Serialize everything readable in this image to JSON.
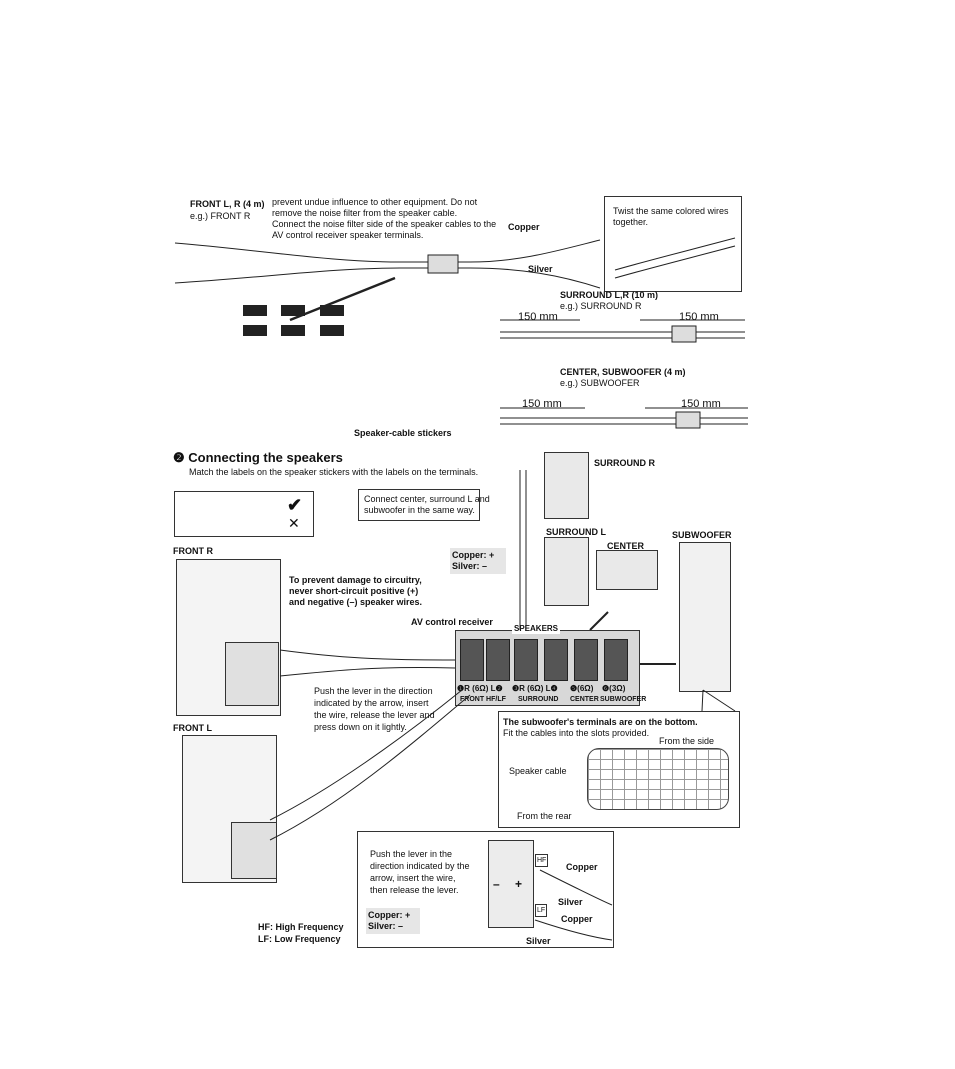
{
  "top": {
    "front_lr_title": "FRONT L, R (4 m)",
    "front_lr_example": "e.g.) FRONT R",
    "noise_filter_note": [
      "prevent undue influence to other equipment. Do not",
      "remove the noise filter from the speaker cable.",
      "Connect the noise filter side of the speaker cables to the",
      "AV control receiver speaker terminals."
    ],
    "copper_label": "Copper",
    "silver_label": "Silver",
    "twist_note": [
      "Twist the same colored wires",
      "together."
    ],
    "surround_title": "SURROUND L,R (10 m)",
    "surround_example": "e.g.) SURROUND R",
    "dim_150": "150 mm",
    "center_sub_title": "CENTER, SUBWOOFER (4 m)",
    "center_sub_example": "e.g.) SUBWOOFER",
    "stickers_caption": "Speaker-cable stickers"
  },
  "section": {
    "number_glyph": "❷",
    "title": "Connecting the speakers",
    "subtitle": "Match the labels on the speaker stickers with the labels on the terminals.",
    "check_mark": "✔",
    "cross_mark": "✕"
  },
  "speakers": {
    "surround_r": "SURROUND R",
    "surround_l": "SURROUND L",
    "center": "CENTER",
    "subwoofer": "SUBWOOFER",
    "front_r": "FRONT R",
    "front_l": "FRONT L"
  },
  "notes": {
    "connect_same_way": [
      "Connect center, surround L and",
      "subwoofer in the same way."
    ],
    "copper_plus": "Copper: +",
    "silver_minus": "Silver: –",
    "prevent_damage": [
      "To prevent damage to circuitry,",
      "never short-circuit positive (+)",
      "and negative (–) speaker wires."
    ],
    "receiver_label": "AV control receiver",
    "speakers_panel": "SPEAKERS",
    "push_lever_1": [
      "Push the lever in the direction",
      "indicated by the arrow, insert",
      "the wire, release the lever and",
      "press down on it lightly."
    ],
    "terminal_labels": [
      "FRONT HF/LF",
      "SURROUND",
      "CENTER",
      "SUBWOOFER"
    ],
    "terminal_top": [
      "❶R (6Ω) L❷",
      "❸R (6Ω) L❹",
      "❺(6Ω)",
      "❻(3Ω)"
    ],
    "subwoofer_bottom_title": "The subwoofer's terminals are on the bottom.",
    "subwoofer_bottom_text": "Fit the cables into the slots provided.",
    "from_side": "From the side",
    "speaker_cable": "Speaker cable",
    "from_rear": "From the rear",
    "push_lever_2": [
      "Push the lever in the",
      "direction indicated by the",
      "arrow, insert the wire,",
      "then release the lever."
    ],
    "hf": "HF",
    "lf": "LF",
    "minus": "–",
    "plus": "+",
    "hf_def": "HF: High Frequency",
    "lf_def": "LF: Low Frequency"
  }
}
